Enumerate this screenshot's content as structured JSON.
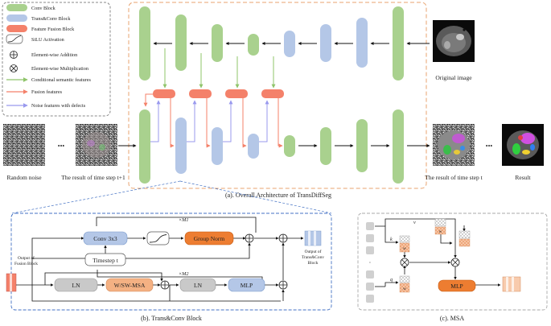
{
  "legend": {
    "conv_block": "Conv Block",
    "trans_conv_block": "Trans&Conv Block",
    "feature_fusion_block": "Feature Fusion Block",
    "silu": "SiLU Activation",
    "addition": "Element-wise Addition",
    "multiplication": "Element-wise Multiplication",
    "conditional": "Conditional semantic features",
    "fusion_features": "Fusion features",
    "noise_features": "Noise features with defects"
  },
  "panel_a": {
    "original_image": "Original image",
    "random_noise": "Random noise",
    "time_step_t1": "The result of time step t+1",
    "time_step_t": "The result of time step t",
    "result": "Result",
    "ellipsis": "•••",
    "caption": "(a). Overall Architecture of TransDiffSeg"
  },
  "panel_b": {
    "conv": "Conv 3x3",
    "timestep": "Timestep t",
    "group_norm": "Group Norm",
    "ln": "LN",
    "wsw_msa": "W/SW-MSA",
    "mlp": "MLP",
    "xm1": "×M1",
    "xm2": "×M2",
    "input_line1": "Output of",
    "input_line2": "Fusion Block",
    "output_line1": "Output of",
    "output_line2": "Trans&Conv",
    "output_line3": "Block",
    "caption": "(b). Trans&Conv Block"
  },
  "panel_c": {
    "k": "k",
    "q": "q",
    "v": "v",
    "w": "w",
    "dots": "·",
    "mlp": "MLP",
    "caption": "(c). MSA"
  },
  "colors": {
    "conv_green": "#a9d18e",
    "trans_blue": "#b4c7e7",
    "fusion_red": "#f4816a",
    "orange_block": "#ed7d31",
    "salmon_block": "#f4b183",
    "gray_block": "#c9c9c9",
    "conditional_arrow": "#a9d18e",
    "fusion_arrow": "#f4816a",
    "noise_arrow": "#9999ee",
    "frame_orange": "#e8a36f",
    "frame_blue": "#4472c4"
  }
}
